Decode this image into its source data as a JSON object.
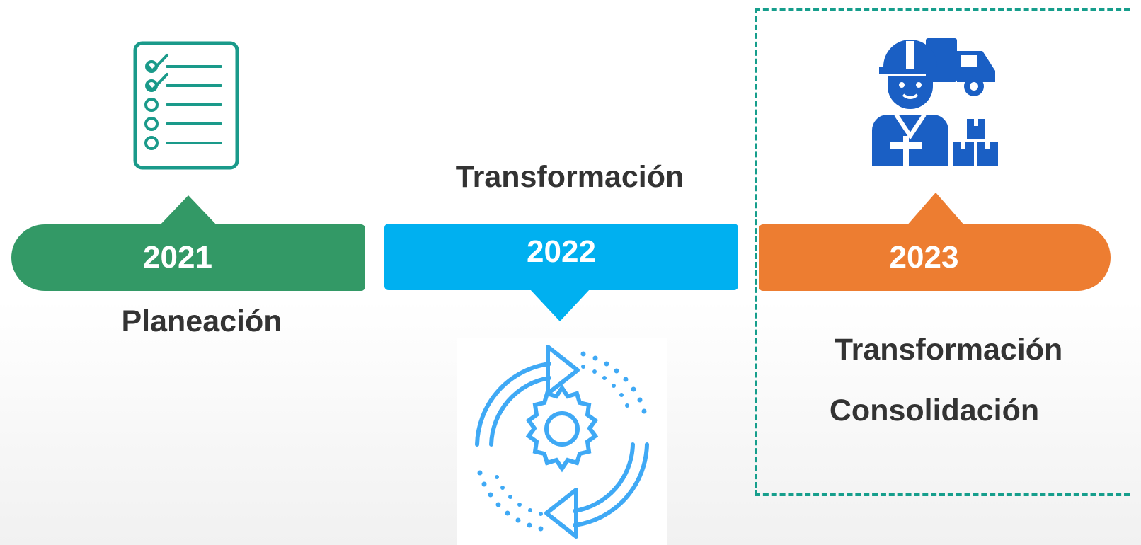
{
  "timeline": {
    "items": [
      {
        "year": "2021",
        "color": "#339966",
        "label": "Planeación",
        "icon": "checklist-icon"
      },
      {
        "year": "2022",
        "color": "#00b0f0",
        "label": "Transformación",
        "icon": "gear-cycle-icon"
      },
      {
        "year": "2023",
        "color": "#ed7d31",
        "labels": [
          "Transformación",
          "Consolidación"
        ],
        "icon": "delivery-worker-icon",
        "highlight_border_color": "#169e8c"
      }
    ]
  }
}
